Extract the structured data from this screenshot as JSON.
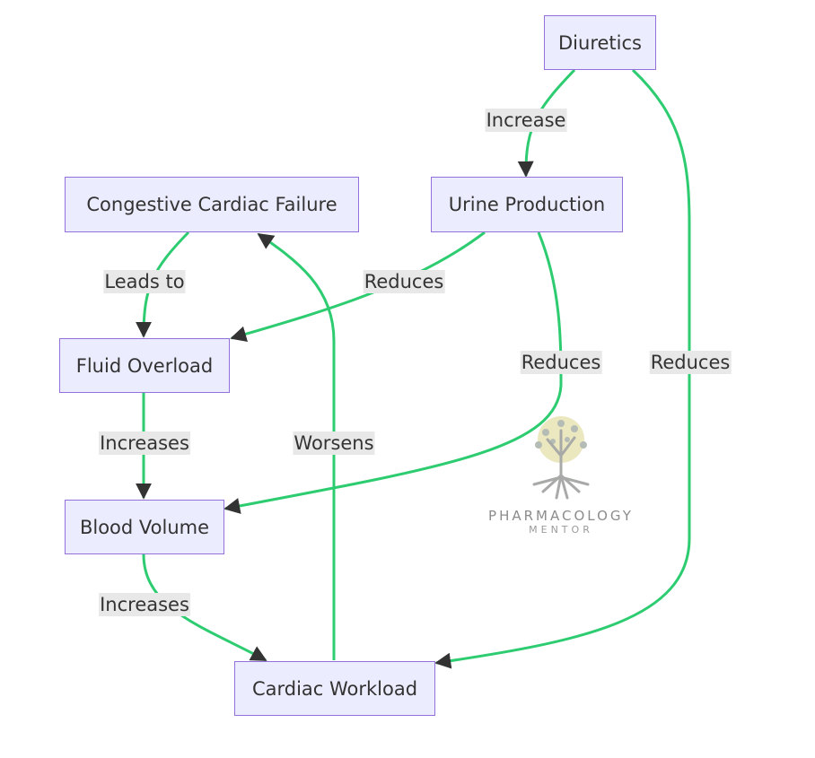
{
  "nodes": {
    "diuretics": "Diuretics",
    "ccf": "Congestive Cardiac Failure",
    "urine": "Urine Production",
    "fluid": "Fluid Overload",
    "blood": "Blood Volume",
    "workload": "Cardiac Workload"
  },
  "edges": [
    {
      "from": "Diuretics",
      "to": "Urine Production",
      "label": "Increase"
    },
    {
      "from": "Congestive Cardiac Failure",
      "to": "Fluid Overload",
      "label": "Leads to"
    },
    {
      "from": "Urine Production",
      "to": "Fluid Overload",
      "label": "Reduces"
    },
    {
      "from": "Urine Production",
      "to": "Blood Volume",
      "label": "Reduces"
    },
    {
      "from": "Diuretics",
      "to": "Cardiac Workload",
      "label": "Reduces"
    },
    {
      "from": "Fluid Overload",
      "to": "Blood Volume",
      "label": "Increases"
    },
    {
      "from": "Cardiac Workload",
      "to": "Congestive Cardiac Failure",
      "label": "Worsens"
    },
    {
      "from": "Blood Volume",
      "to": "Cardiac Workload",
      "label": "Increases"
    }
  ],
  "colors": {
    "edge": "#2ecc71",
    "node_fill": "#ececff",
    "node_border": "#9370db",
    "arrow": "#333333"
  },
  "logo": {
    "title": "PHARMACOLOGY",
    "subtitle": "MENTOR",
    "icon": "tree-icon"
  }
}
